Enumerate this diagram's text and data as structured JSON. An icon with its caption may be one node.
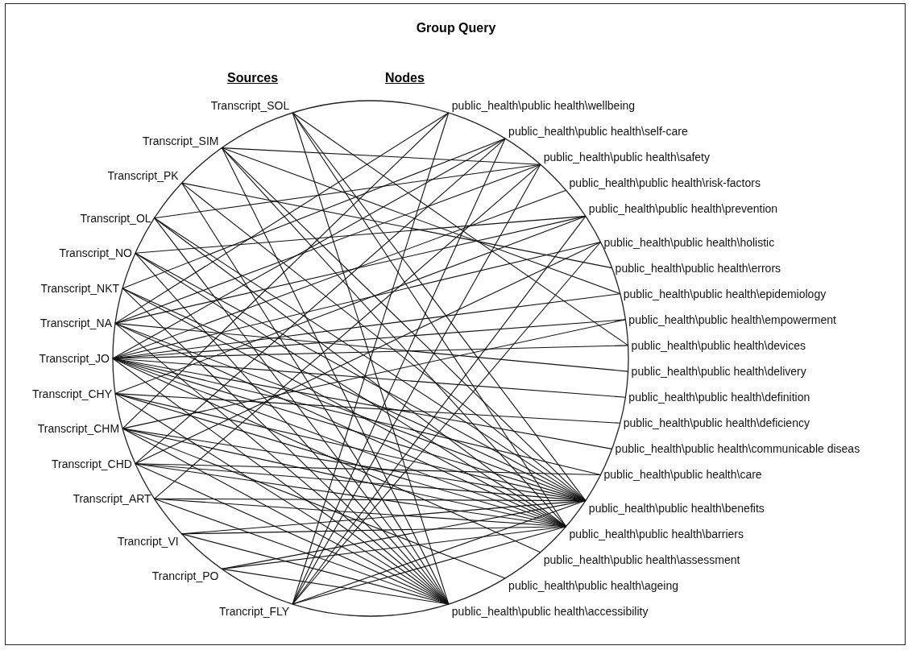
{
  "diagram": {
    "title": "Group Query",
    "nodes": [
      {
        "text": [
          "Transcript_SOL"
        ]
      },
      {
        "text": [
          "Transcript_SIM"
        ]
      },
      {
        "text": [
          "Transcript_PK"
        ]
      },
      {
        "text": [
          "Transcript_OL"
        ]
      },
      {
        "text": [
          "Transcript_NO"
        ]
      },
      {
        "text": [
          "Transcript_NKT"
        ]
      },
      {
        "text": [
          "Transcript_NA"
        ]
      },
      {
        "text": [
          "Transcript_JO"
        ]
      },
      {
        "text": [
          "Transcript_CHY"
        ]
      },
      {
        "text": [
          "Transcript_CHM"
        ]
      },
      {
        "text": [
          "Transcript_CHD"
        ]
      },
      {
        "text": [
          "Transcript_ART"
        ]
      },
      {
        "text": [
          "Trancript_VI"
        ]
      },
      {
        "text": [
          "Trancript_PO"
        ]
      },
      {
        "text": [
          "Trancript_FLY"
        ]
      },
      {
        "text": [
          "public_health\\public health\\wellbeing"
        ]
      },
      {
        "text": [
          "public_health\\public health\\self-care"
        ]
      },
      {
        "text": [
          "public_health\\public health\\safety"
        ]
      },
      {
        "text": [
          "public_health\\public health\\risk-factors"
        ]
      },
      {
        "text": [
          "public_health\\public health\\prevention"
        ]
      },
      {
        "text": [
          "public_health\\public health\\holistic"
        ]
      },
      {
        "text": [
          "public_health\\public health\\errors"
        ]
      },
      {
        "text": [
          "public_health\\public health\\epidemiology"
        ]
      },
      {
        "text": [
          "public_health\\public health\\empowerment"
        ]
      },
      {
        "text": [
          "public_health\\public health\\devices"
        ]
      },
      {
        "text": [
          "public_health\\public health\\delivery"
        ]
      },
      {
        "text": [
          "public_health\\public health\\definition"
        ]
      },
      {
        "text": [
          "public_health\\public health\\deficiency"
        ]
      },
      {
        "text": [
          "public_health\\public health\\communicable diseas"
        ]
      },
      {
        "text": [
          "public_health\\public health\\care"
        ]
      },
      {
        "text": [
          "public_health\\public health\\benefits"
        ]
      },
      {
        "text": [
          "public_health\\public health\\barriers"
        ]
      },
      {
        "text": [
          "public_health\\public health\\assessment"
        ]
      },
      {
        "text": [
          "public_health\\public health\\ageing"
        ]
      },
      {
        "text": [
          "public_health\\public health\\accessibility"
        ]
      }
    ],
    "edges": [
      {
        "from": 0,
        "to": 31,
        "arrow": "none"
      },
      {
        "from": 0,
        "to": 34,
        "arrow": "none"
      },
      {
        "from": 0,
        "to": 24,
        "arrow": "none"
      },
      {
        "from": 0,
        "to": 30,
        "arrow": "none"
      },
      {
        "from": 1,
        "to": 17,
        "arrow": "none"
      },
      {
        "from": 1,
        "to": 34,
        "arrow": "none"
      },
      {
        "from": 1,
        "to": 31,
        "arrow": "none"
      },
      {
        "from": 1,
        "to": 30,
        "arrow": "none"
      },
      {
        "from": 1,
        "to": 22,
        "arrow": "none"
      },
      {
        "from": 2,
        "to": 21,
        "arrow": "none"
      },
      {
        "from": 2,
        "to": 30,
        "arrow": "none"
      },
      {
        "from": 2,
        "to": 34,
        "arrow": "none"
      },
      {
        "from": 3,
        "to": 34,
        "arrow": "none"
      },
      {
        "from": 3,
        "to": 31,
        "arrow": "none"
      },
      {
        "from": 3,
        "to": 30,
        "arrow": "none"
      },
      {
        "from": 3,
        "to": 17,
        "arrow": "none"
      },
      {
        "from": 4,
        "to": 19,
        "arrow": "none"
      },
      {
        "from": 4,
        "to": 30,
        "arrow": "none"
      },
      {
        "from": 4,
        "to": 31,
        "arrow": "none"
      },
      {
        "from": 4,
        "to": 34,
        "arrow": "none"
      },
      {
        "from": 5,
        "to": 30,
        "arrow": "none"
      },
      {
        "from": 5,
        "to": 31,
        "arrow": "none"
      },
      {
        "from": 5,
        "to": 34,
        "arrow": "none"
      },
      {
        "from": 5,
        "to": 16,
        "arrow": "none"
      },
      {
        "from": 6,
        "to": 15,
        "arrow": "none"
      },
      {
        "from": 6,
        "to": 17,
        "arrow": "none"
      },
      {
        "from": 6,
        "to": 19,
        "arrow": "none"
      },
      {
        "from": 6,
        "to": 30,
        "arrow": "none"
      },
      {
        "from": 6,
        "to": 31,
        "arrow": "none"
      },
      {
        "from": 6,
        "to": 34,
        "arrow": "none"
      },
      {
        "from": 6,
        "to": 25,
        "arrow": "none"
      },
      {
        "from": 7,
        "to": 16,
        "arrow": "none"
      },
      {
        "from": 7,
        "to": 18,
        "arrow": "none"
      },
      {
        "from": 7,
        "to": 20,
        "arrow": "none"
      },
      {
        "from": 7,
        "to": 22,
        "arrow": "none"
      },
      {
        "from": 7,
        "to": 23,
        "arrow": "none"
      },
      {
        "from": 7,
        "to": 24,
        "arrow": "none"
      },
      {
        "from": 7,
        "to": 26,
        "arrow": "none"
      },
      {
        "from": 7,
        "to": 28,
        "arrow": "none"
      },
      {
        "from": 7,
        "to": 29,
        "arrow": "none"
      },
      {
        "from": 7,
        "to": 30,
        "arrow": "none"
      },
      {
        "from": 7,
        "to": 31,
        "arrow": "none"
      },
      {
        "from": 7,
        "to": 32,
        "arrow": "none"
      },
      {
        "from": 7,
        "to": 34,
        "arrow": "none"
      },
      {
        "from": 8,
        "to": 19,
        "arrow": "none"
      },
      {
        "from": 8,
        "to": 30,
        "arrow": "none"
      },
      {
        "from": 8,
        "to": 31,
        "arrow": "none"
      },
      {
        "from": 8,
        "to": 34,
        "arrow": "none"
      },
      {
        "from": 8,
        "to": 27,
        "arrow": "none"
      },
      {
        "from": 9,
        "to": 15,
        "arrow": "none"
      },
      {
        "from": 9,
        "to": 23,
        "arrow": "none"
      },
      {
        "from": 9,
        "to": 30,
        "arrow": "none"
      },
      {
        "from": 9,
        "to": 31,
        "arrow": "none"
      },
      {
        "from": 9,
        "to": 33,
        "arrow": "none"
      },
      {
        "from": 9,
        "to": 34,
        "arrow": "none"
      },
      {
        "from": 10,
        "to": 16,
        "arrow": "none"
      },
      {
        "from": 10,
        "to": 20,
        "arrow": "none"
      },
      {
        "from": 10,
        "to": 29,
        "arrow": "none"
      },
      {
        "from": 10,
        "to": 30,
        "arrow": "none"
      },
      {
        "from": 10,
        "to": 31,
        "arrow": "none"
      },
      {
        "from": 10,
        "to": 34,
        "arrow": "none"
      },
      {
        "from": 11,
        "to": 17,
        "arrow": "none"
      },
      {
        "from": 11,
        "to": 30,
        "arrow": "none"
      },
      {
        "from": 11,
        "to": 31,
        "arrow": "none"
      },
      {
        "from": 11,
        "to": 34,
        "arrow": "none"
      },
      {
        "from": 12,
        "to": 30,
        "arrow": "none"
      },
      {
        "from": 12,
        "to": 31,
        "arrow": "none"
      },
      {
        "from": 12,
        "to": 34,
        "arrow": "none"
      },
      {
        "from": 13,
        "to": 30,
        "arrow": "none"
      },
      {
        "from": 13,
        "to": 31,
        "arrow": "none"
      },
      {
        "from": 13,
        "to": 34,
        "arrow": "none"
      },
      {
        "from": 14,
        "to": 15,
        "arrow": "none"
      },
      {
        "from": 14,
        "to": 16,
        "arrow": "none"
      },
      {
        "from": 14,
        "to": 17,
        "arrow": "none"
      },
      {
        "from": 14,
        "to": 19,
        "arrow": "none"
      },
      {
        "from": 14,
        "to": 20,
        "arrow": "none"
      },
      {
        "from": 14,
        "to": 30,
        "arrow": "none"
      },
      {
        "from": 14,
        "to": 31,
        "arrow": "none"
      }
    ],
    "labels": [
      "Sources",
      "Nodes"
    ]
  }
}
